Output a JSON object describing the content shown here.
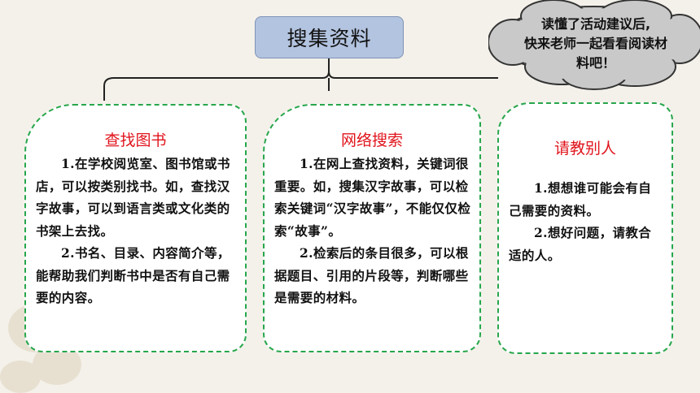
{
  "header": {
    "title": "搜集资料"
  },
  "bubble": {
    "line1": "读懂了活动建议后,",
    "line2": "快来老师一起看看阅读材",
    "line3": "料吧！"
  },
  "cards": [
    {
      "title": "查找图书",
      "paragraphs": [
        "1.在学校阅览室、图书馆或书店，可以按类别找书。如，查找汉字故事，可以到语言类或文化类的书架上去找。",
        "2.书名、目录、内容简介等，能帮助我们判断书中是否有自己需要的内容。"
      ]
    },
    {
      "title": "网络搜索",
      "paragraphs": [
        "1.在网上查找资料，关键词很重要。如，搜集汉字故事，可以检索关键词“汉字故事”，不能仅仅检索“故事”。",
        "2.检索后的条目很多，可以根据题目、引用的片段等，判断哪些是需要的材料。"
      ]
    },
    {
      "title": "请教别人",
      "paragraphs": [
        "1.想想谁可能会有自己需要的资料。",
        "2.想好问题，请教合适的人。"
      ]
    }
  ],
  "colors": {
    "title_bg": "#b3c4e0",
    "card_border": "#27a64b",
    "card_title": "#e0141c"
  }
}
